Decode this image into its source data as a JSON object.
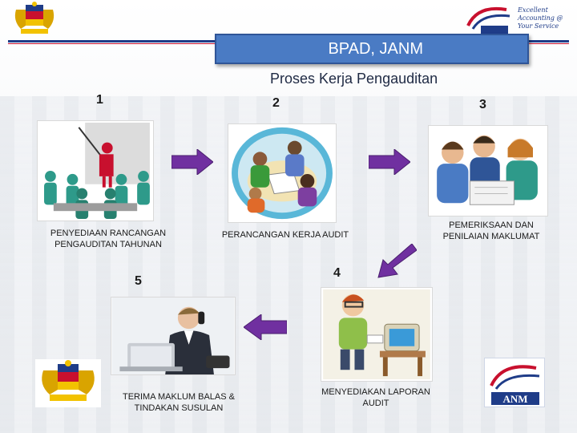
{
  "header": {
    "title": "BPAD, JANM",
    "subtitle": "Proses Kerja Pengauditan",
    "slogan": "Excellent\nAccounting @\nYour Service",
    "logo_text": "ANM"
  },
  "steps": [
    {
      "number": "1",
      "label": "PENYEDIAAN RANCANGAN PENGAUDITAN TAHUNAN"
    },
    {
      "number": "2",
      "label": "PERANCANGAN KERJA AUDIT"
    },
    {
      "number": "3",
      "label": "PEMERIKSAAN DAN PENILAIAN MAKLUMAT"
    },
    {
      "number": "4",
      "label": "MENYEDIAKAN LAPORAN AUDIT"
    },
    {
      "number": "5",
      "label": "TERIMA MAKLUM BALAS & TINDAKAN SUSULAN"
    }
  ],
  "colors": {
    "title_box": "#4a7bc4",
    "arrow": "#7030a0",
    "header_line": "#1f3c88",
    "accent_red": "#c8102e",
    "figure_teal": "#2e9a8a"
  }
}
